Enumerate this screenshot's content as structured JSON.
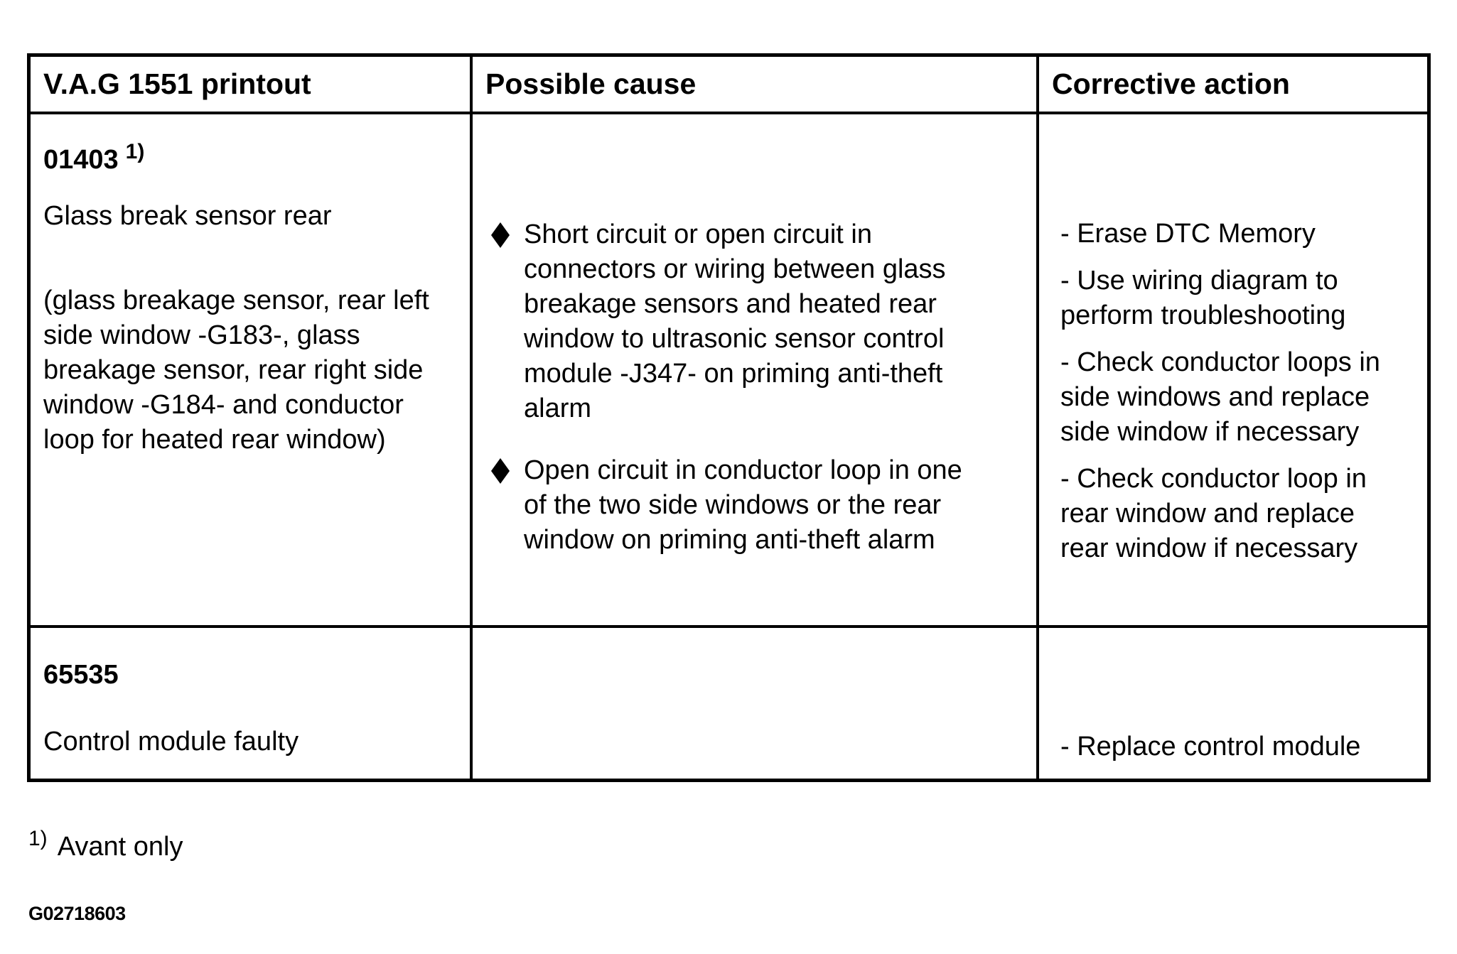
{
  "table": {
    "headers": [
      "V.A.G 1551 printout",
      "Possible cause",
      "Corrective action"
    ],
    "rows": [
      {
        "code": "01403",
        "code_superscript": "1)",
        "title": "Glass break sensor rear",
        "description": "(glass breakage sensor, rear left side window -G183-, glass breakage sensor, rear right side window -G184- and conductor loop for heated rear window)",
        "causes": [
          "Short circuit or open circuit in connectors or wiring between glass breakage sensors and heated rear window to ultrasonic sensor control module -J347- on priming anti-theft alarm",
          "Open circuit in conductor loop in one of the two side windows or the rear window on priming anti-theft alarm"
        ],
        "actions": [
          "- Erase DTC Memory",
          "- Use wiring diagram to perform troubleshooting",
          "- Check conductor loops in side windows and replace side window if necessary",
          "- Check conductor loop in rear window and replace rear window if necessary"
        ]
      },
      {
        "code": "65535",
        "title": "Control module faulty",
        "causes": [],
        "actions": [
          "- Replace control module"
        ]
      }
    ]
  },
  "footnote": {
    "marker": "1)",
    "text": "Avant only"
  },
  "figure_id": "G02718603",
  "icons": {
    "bullet": "diamond-bullet"
  },
  "colors": {
    "text": "#000000",
    "border": "#000000",
    "background": "#ffffff"
  }
}
